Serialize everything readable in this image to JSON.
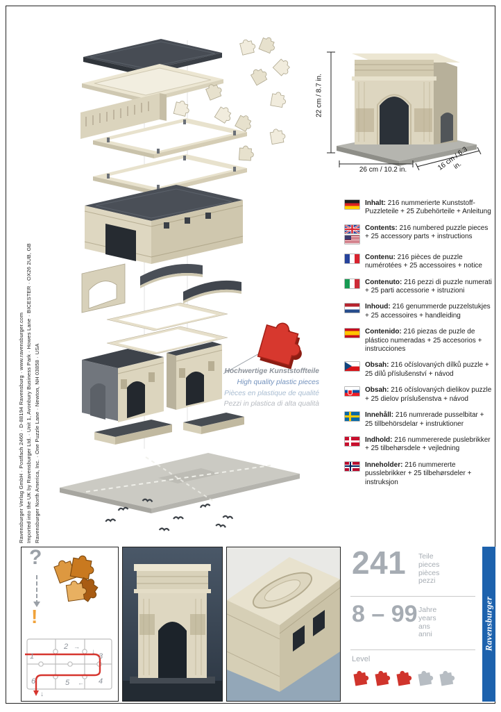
{
  "page": {
    "background": "#ffffff",
    "frame_color": "#1f1f1f"
  },
  "imprint": {
    "lines": [
      "Ravensburger Verlag GmbH · Postfach 2460 · D-88194 Ravensburg · www.ravensburger.com",
      "Imported into the UK by Ravensburger Ltd. · Unit 1, Avonbury Business Park · Howes Lane · BICESTER · OX26 2UB, GB",
      "Ravensburger North America, Inc. · One Puzzle Lane · Newton, NH 03858 · USA"
    ]
  },
  "dimensions": {
    "height": "22 cm / 8.7 in.",
    "width": "26 cm / 10.2 in.",
    "depth": "16 cm / 6.3 in."
  },
  "quality_note": {
    "lines": [
      {
        "text": "Hochwertige Kunststoffteile",
        "color": "#8d939b"
      },
      {
        "text": "High quality plastic pieces",
        "color": "#7392bd"
      },
      {
        "text": "Pièces en plastique de qualité",
        "color": "#a8bcd1"
      },
      {
        "text": "Pezzi in plastica di alta qualità",
        "color": "#b6bac0"
      }
    ]
  },
  "languages": [
    {
      "flag": "germany",
      "label": "Inhalt:",
      "text": "216 nummerierte Kunststoff-Puzzleteile + 25 Zubehörteile + Anleitung"
    },
    {
      "flag": "united-kingdom-and-usa",
      "label": "Contents:",
      "text": "216 numbered puzzle pieces + 25 accessory parts + instructions"
    },
    {
      "flag": "france",
      "label": "Contenu:",
      "text": "216 pièces de puzzle numérotées + 25 accessoires + notice"
    },
    {
      "flag": "italy",
      "label": "Contenuto:",
      "text": "216 pezzi di puzzle numerati + 25 parti accessorie + istruzioni"
    },
    {
      "flag": "netherlands",
      "label": "Inhoud:",
      "text": "216 genummerde puzzelstukjes + 25 accessoires + handleiding"
    },
    {
      "flag": "spain",
      "label": "Contenido:",
      "text": "216 piezas de puzle de plástico numeradas + 25 accesorios + instrucciones"
    },
    {
      "flag": "czech-republic",
      "label": "Obsah:",
      "text": "216 očíslovaných dílků puzzle + 25 dílů příslušenství + návod"
    },
    {
      "flag": "slovakia",
      "label": "Obsah:",
      "text": "216 očíslovaných dielikov puzzle + 25 dielov príslušenstva + návod"
    },
    {
      "flag": "sweden",
      "label": "Innehåll:",
      "text": "216 numrerade pusselbitar + 25 tillbehörsdelar + instruktioner"
    },
    {
      "flag": "denmark",
      "label": "Indhold:",
      "text": "216 nummererede puslebrikker + 25 tilbehørsdele + vejledning"
    },
    {
      "flag": "norway",
      "label": "Inneholder:",
      "text": "216 nummererte pusslebrikker + 25 tilbehørsdeler + instruksjon"
    }
  ],
  "assembly_panel": {
    "question_mark": "?",
    "exclamation_mark": "!",
    "steps": [
      "1",
      "2",
      "3",
      "4",
      "5",
      "6"
    ],
    "arrows": {
      "down": "↓",
      "left": "←",
      "right": "→"
    }
  },
  "stats": {
    "pieces_count": "241",
    "pieces_words": [
      "Teile",
      "pieces",
      "pièces",
      "pezzi"
    ],
    "age_range": "8 – 99",
    "age_words": [
      "Jahre",
      "years",
      "ans",
      "anni"
    ],
    "level_label": "Level",
    "level_filled": 3,
    "level_total": 5,
    "level_color": "#d0342c",
    "level_empty_color": "#b7bdc3"
  },
  "brand": {
    "name": "Ravensburger",
    "bar_color": "#1d62ad"
  }
}
